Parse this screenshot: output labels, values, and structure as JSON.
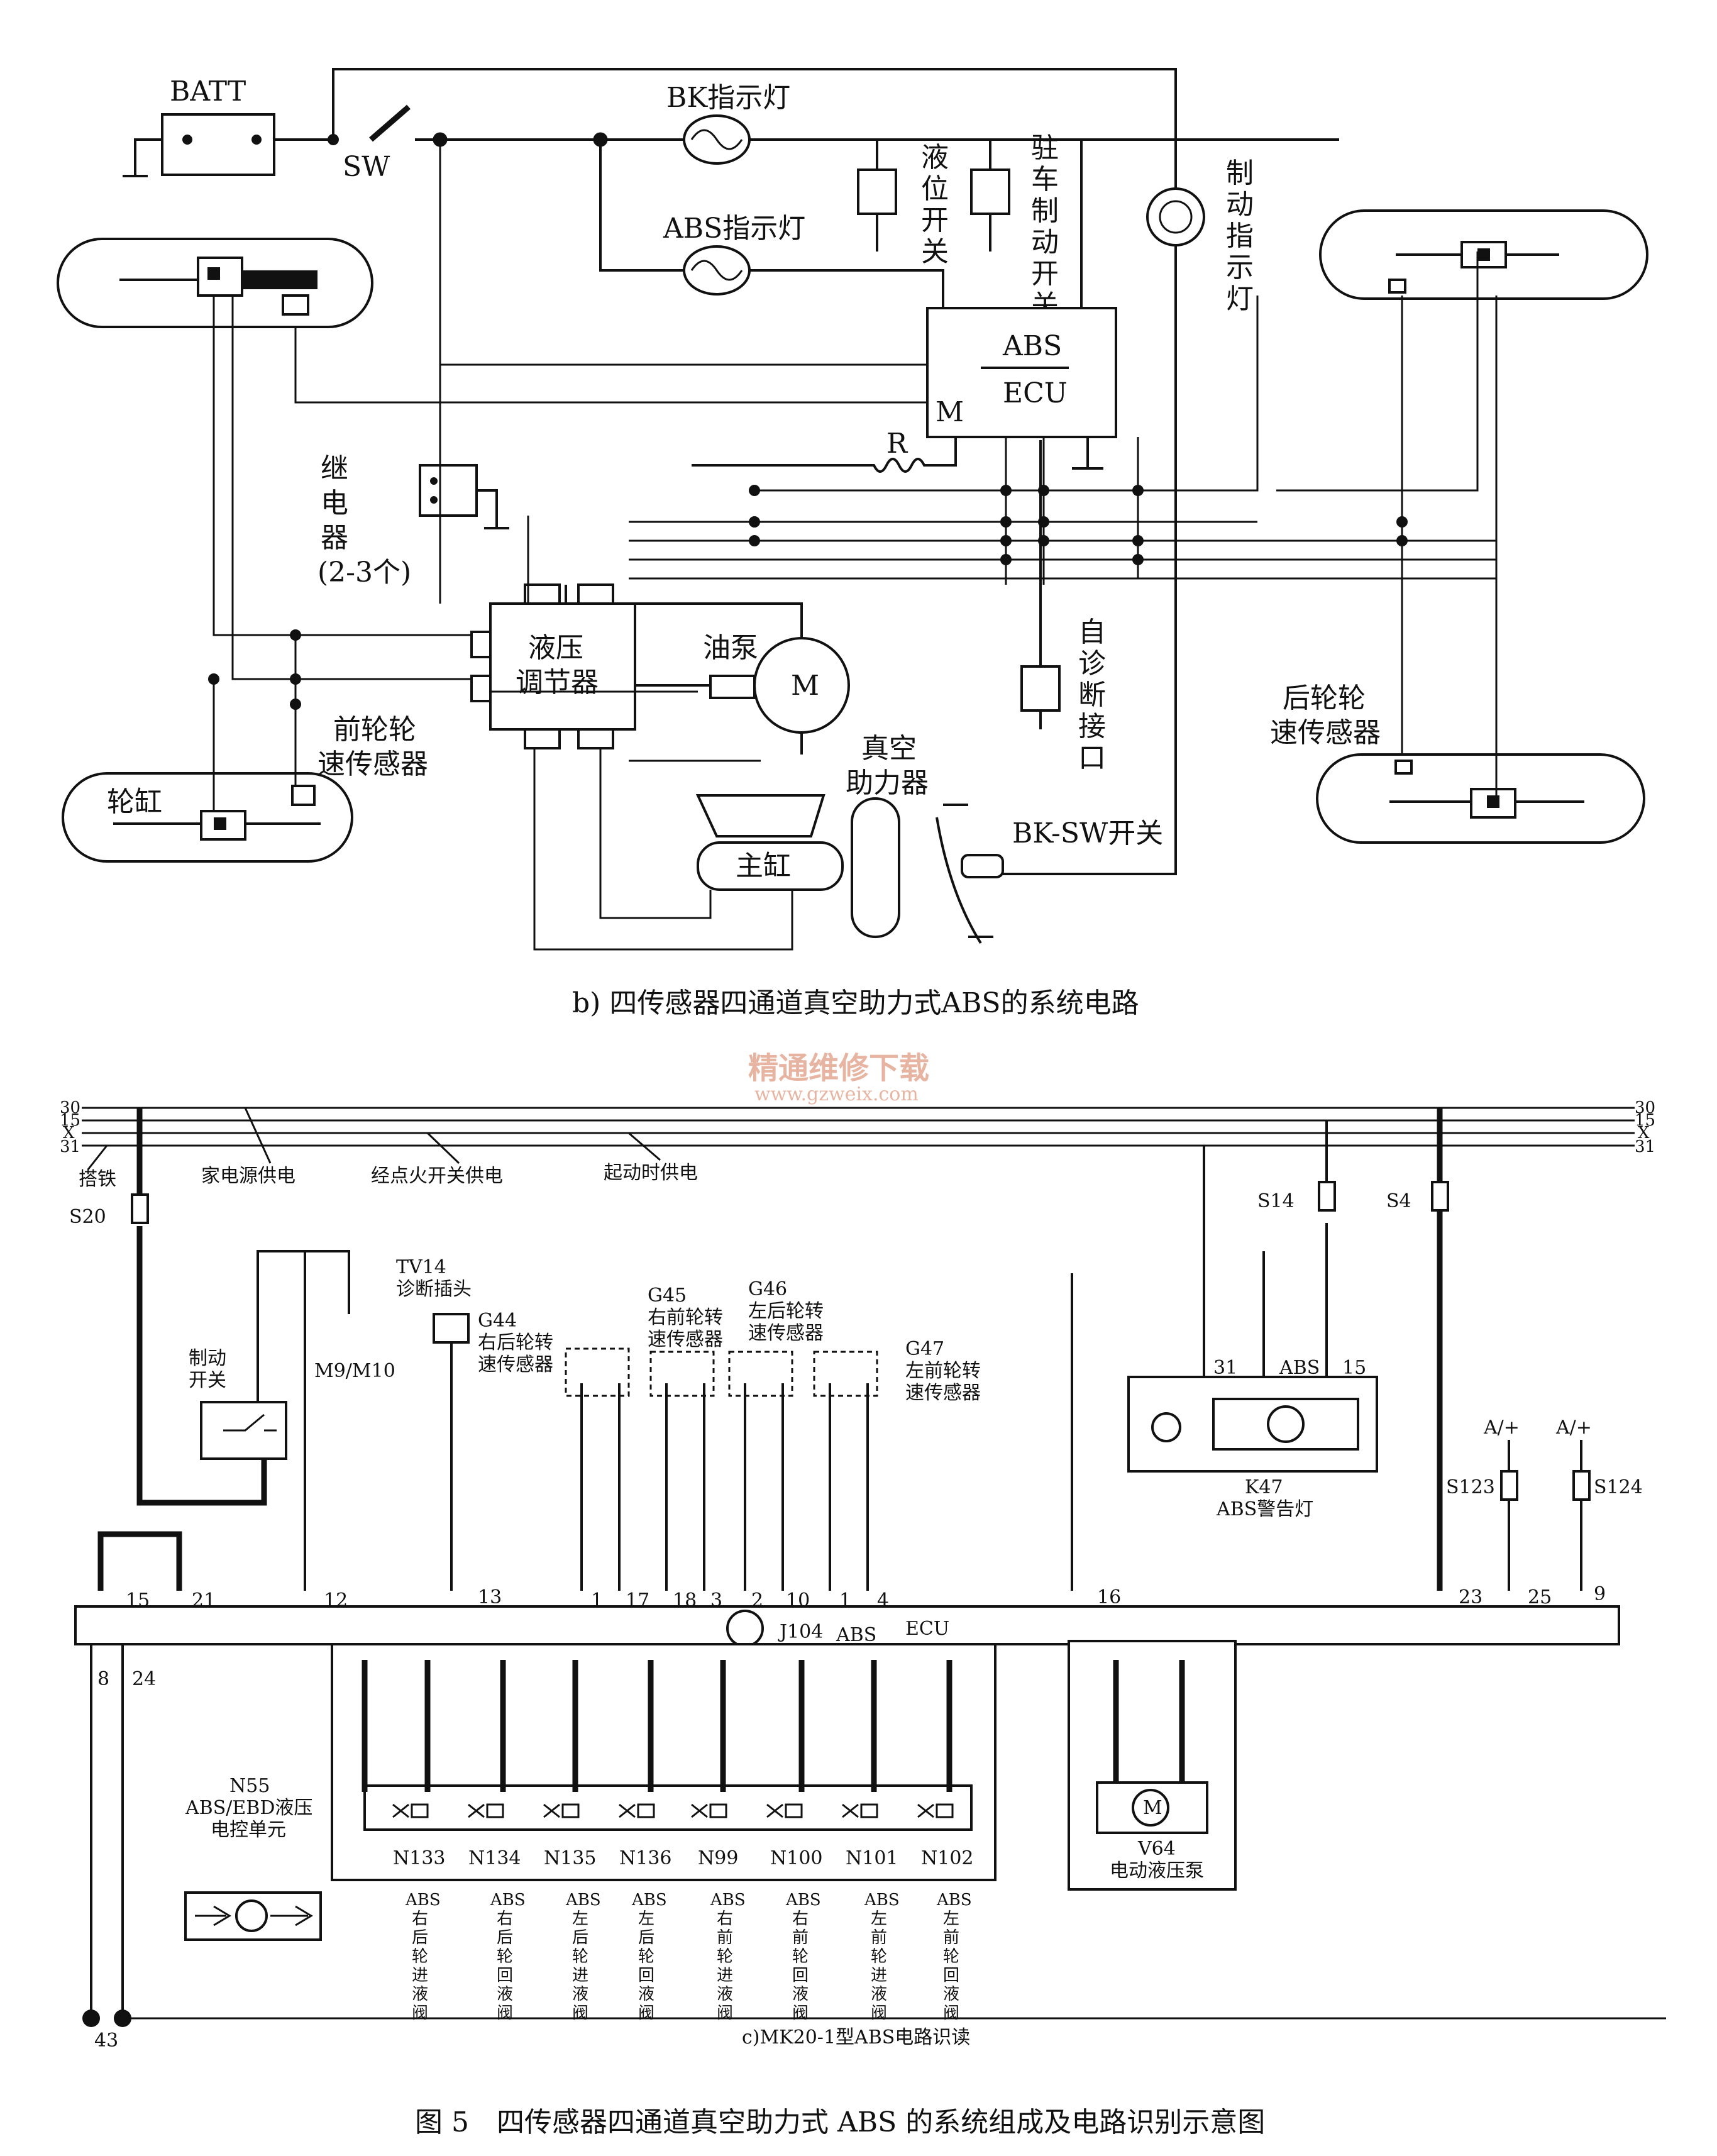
{
  "diagram_b": {
    "batt": "BATT",
    "sw": "SW",
    "bk_lamp": "BK指示灯",
    "abs_lamp": "ABS指示灯",
    "level_switch": [
      "液",
      "位",
      "开",
      "关"
    ],
    "park_switch": [
      "驻",
      "车",
      "制",
      "动",
      "开",
      "关"
    ],
    "brake_lamp": [
      "制",
      "动",
      "指",
      "示",
      "灯"
    ],
    "ecu_top": "ABS",
    "ecu_bottom": "ECU",
    "ecu_m": "M",
    "resistor": "R",
    "relay": [
      "继",
      "电",
      "器"
    ],
    "relay_count": "(2-3个)",
    "hydraulic": [
      "液压",
      "调节器"
    ],
    "pump": "油泵",
    "motor": "M",
    "diag_port": [
      "自",
      "诊",
      "断",
      "接",
      "口"
    ],
    "rear_sensor": [
      "后轮轮",
      "速传感器"
    ],
    "front_sensor": [
      "前轮轮",
      "速传感器"
    ],
    "wheel_cyl": "轮缸",
    "booster": [
      "真空",
      "助力器"
    ],
    "master_cyl": "主缸",
    "bk_sw": "BK-SW开关",
    "caption": "b) 四传感器四通道真空助力式ABS的系统电路"
  },
  "watermark": {
    "line1": "精通维修下载",
    "line2": "www.gzweix.com"
  },
  "diagram_c": {
    "rails": [
      "30",
      "15",
      "X",
      "31"
    ],
    "rail_notes": [
      "搭铁",
      "家电源供电",
      "经点火开关供电",
      "起动时供电"
    ],
    "fuses": {
      "s20": "S20",
      "s14": "S14",
      "s4": "S4",
      "s123": "S123",
      "s124": "S124",
      "a1": "A/+",
      "a2": "A/+"
    },
    "brake_switch": [
      "制动",
      "开关"
    ],
    "m9": "M9/M10",
    "tv14": [
      "TV14",
      "诊断插头"
    ],
    "g44": [
      "G44",
      "右后轮转",
      "速传感器"
    ],
    "g45": [
      "G45",
      "右前轮转",
      "速传感器"
    ],
    "g46": [
      "G46",
      "左后轮转",
      "速传感器"
    ],
    "g47": [
      "G47",
      "左前轮转",
      "速传感器"
    ],
    "k47": [
      "K47",
      "ABS警告灯"
    ],
    "k47_pins": [
      "31",
      "ABS",
      "15"
    ],
    "ecu_pins_top": [
      "15",
      "21",
      "12",
      "13",
      "1",
      "17",
      "18",
      "3",
      "2",
      "10",
      "1",
      "4",
      "16",
      "23",
      "25",
      "9"
    ],
    "ecu_pins_bottom": [
      "8",
      "24"
    ],
    "ecu_labels": [
      "J104",
      "ABS",
      "ECU"
    ],
    "n55": [
      "N55",
      "ABS/EBD液压",
      "电控单元"
    ],
    "v64": [
      "V64",
      "电动液压泵"
    ],
    "motor": "M",
    "valves": [
      "N133",
      "N134",
      "N135",
      "N136",
      "N99",
      "N100",
      "N101",
      "N102"
    ],
    "valve_desc": [
      [
        "ABS",
        "右",
        "后",
        "轮",
        "进",
        "液",
        "阀"
      ],
      [
        "ABS",
        "右",
        "后",
        "轮",
        "回",
        "液",
        "阀"
      ],
      [
        "ABS",
        "左",
        "后",
        "轮",
        "进",
        "液",
        "阀"
      ],
      [
        "ABS",
        "左",
        "后",
        "轮",
        "回",
        "液",
        "阀"
      ],
      [
        "ABS",
        "右",
        "前",
        "轮",
        "进",
        "液",
        "阀"
      ],
      [
        "ABS",
        "右",
        "前",
        "轮",
        "回",
        "液",
        "阀"
      ],
      [
        "ABS",
        "左",
        "前",
        "轮",
        "进",
        "液",
        "阀"
      ],
      [
        "ABS",
        "左",
        "前",
        "轮",
        "回",
        "液",
        "阀"
      ]
    ],
    "ground": "43",
    "caption": "c)MK20-1型ABS电路识读"
  },
  "figure_caption": "图 5　四传感器四通道真空助力式 ABS 的系统组成及电路识别示意图"
}
